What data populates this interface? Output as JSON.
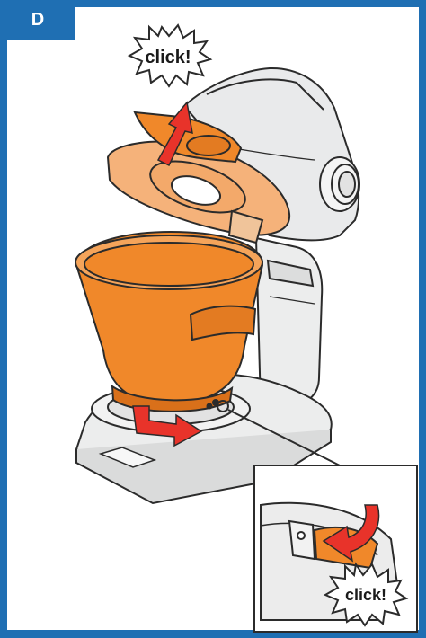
{
  "step": {
    "label": "D"
  },
  "callouts": {
    "top_click": "click!",
    "inset_click": "click!"
  },
  "colors": {
    "frame_blue": "#1f6fb3",
    "bowl_orange": "#f0882a",
    "bowl_dark": "#d9701a",
    "lid_orange": "#f5b27a",
    "arrow_red": "#e8332a",
    "machine_gray": "#e9eaeb",
    "outline": "#2b2b2b"
  },
  "icons": [
    "up-arrow-icon",
    "rotate-arrow-icon",
    "curved-arrow-icon",
    "click-burst-icon"
  ]
}
